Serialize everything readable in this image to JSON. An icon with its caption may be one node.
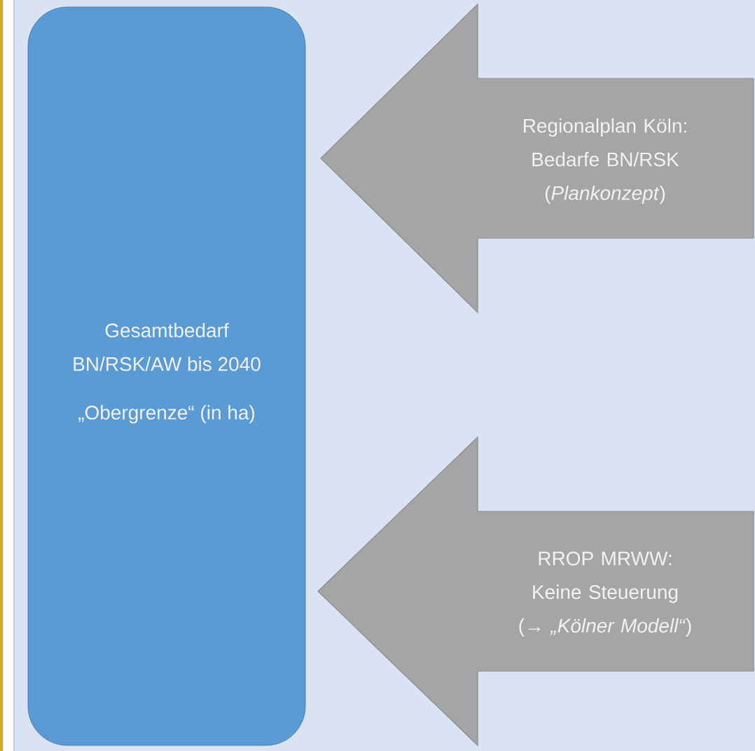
{
  "diagram": {
    "nodes": [
      {
        "text": [
          "Gesamtbedarf BN/RSK/AW bis 2040",
          "„Obergrenze“ (in ha)"
        ]
      },
      {
        "text": [
          "Regionalplan Köln: Bedarfe BN/RSK (*Plankonzept*)"
        ]
      },
      {
        "text": [
          "RROP MRWW: Keine Steuerung (→ *„Kölner Modell“*)"
        ]
      }
    ]
  }
}
